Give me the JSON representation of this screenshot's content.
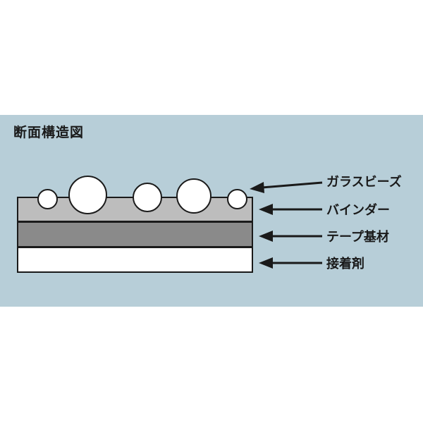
{
  "title": "断面構造図",
  "colors": {
    "background_panel": "#b7ced8",
    "binder": "#bdbdbd",
    "tape_base": "#8a8a8a",
    "adhesive": "#ffffff",
    "glass_beads": "#ffffff",
    "outline": "#1a1a1a"
  },
  "callouts": [
    {
      "label": "ガラスビーズ"
    },
    {
      "label": "バインダー"
    },
    {
      "label": "テープ基材"
    },
    {
      "label": "接着剤"
    }
  ]
}
